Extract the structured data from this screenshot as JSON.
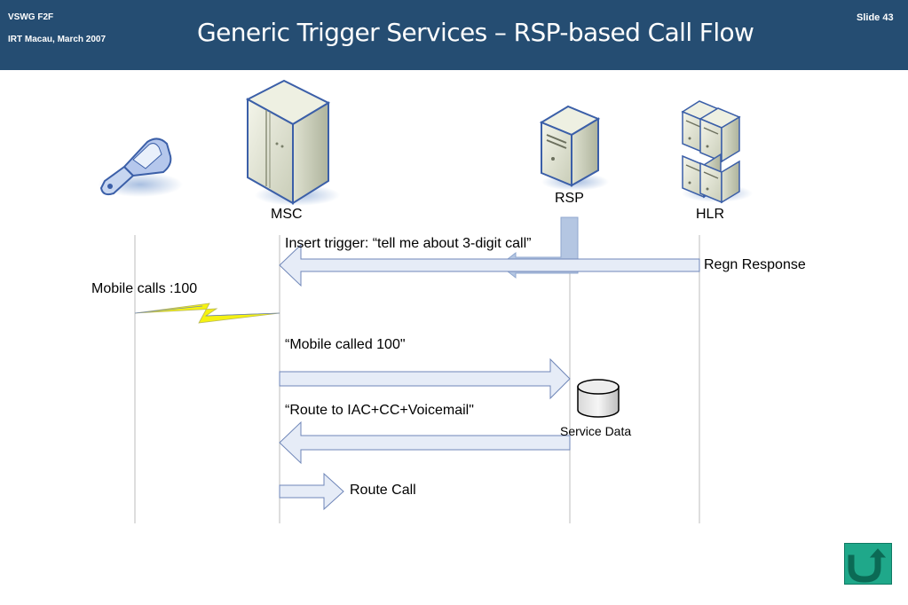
{
  "header": {
    "top_left_line1": "VSWG F2F",
    "top_left_line2": "IRT Macau, March 2007",
    "title": "Generic Trigger Services – RSP-based Call Flow",
    "slide_number": "Slide 43"
  },
  "entities": {
    "msc": "MSC",
    "rsp": "RSP",
    "hlr": "HLR"
  },
  "messages": {
    "insert_trigger": "Insert trigger: “tell me about 3-digit call”",
    "regn_response": "Regn Response",
    "mobile_calls": "Mobile calls :100",
    "mobile_called": "“Mobile called 100\"",
    "route_to": "“Route to IAC+CC+Voicemail\"",
    "service_data": "Service Data",
    "route_call": "Route Call"
  },
  "icons": {
    "phone": "mobile-phone-icon",
    "msc": "server-tower-icon",
    "rsp": "server-icon",
    "hlr": "server-cluster-icon",
    "db": "database-icon",
    "back": "return-arrow-icon"
  },
  "colors": {
    "header_bg": "#254d72",
    "arrow_fill": "#e6ecf7",
    "arrow_stroke": "#6f86b8",
    "rsp_arrow": "#b4c6e2",
    "lightning": "#f5f211",
    "back_button": "#1fa88a"
  }
}
